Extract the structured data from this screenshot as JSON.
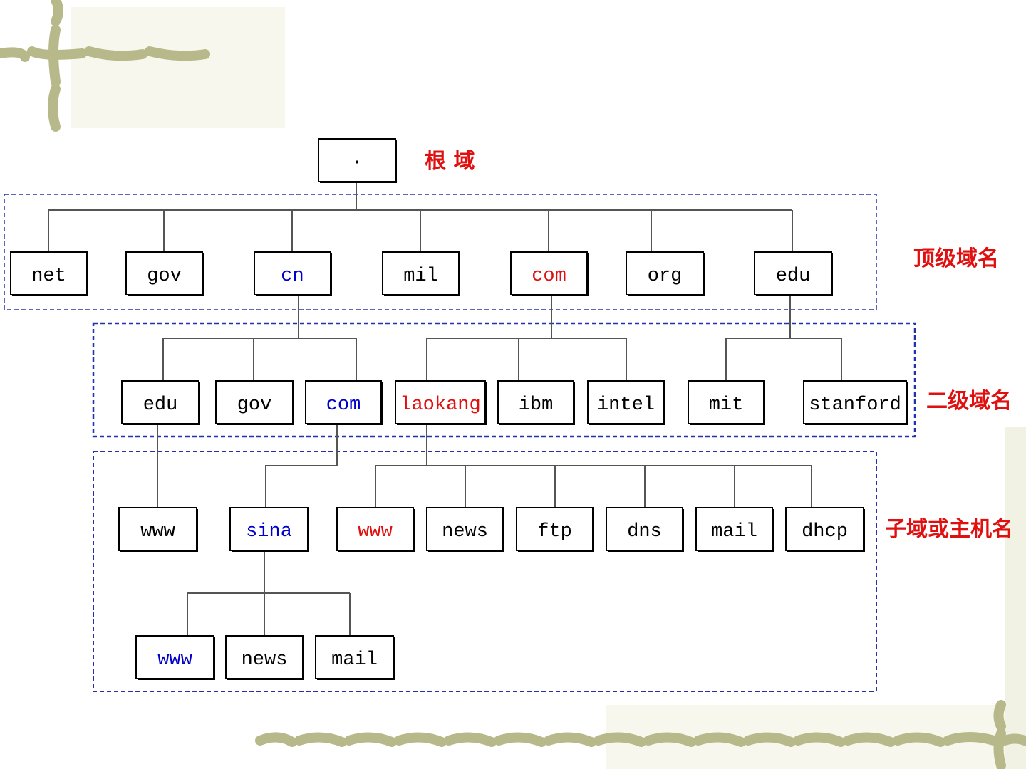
{
  "colors": {
    "black": "#000000",
    "blue": "#0000cc",
    "red": "#e01010",
    "dashed_border": "#2233aa",
    "decoration": "#b7b98a"
  },
  "labels": {
    "root": "根 域",
    "top_level": "顶级域名",
    "second_level": "二级域名",
    "subdomain_host": "子域或主机名"
  },
  "nodes": [
    {
      "id": "root",
      "label": "·",
      "color": "black"
    },
    {
      "id": "net",
      "label": "net",
      "color": "black"
    },
    {
      "id": "gov",
      "label": "gov",
      "color": "black"
    },
    {
      "id": "cn",
      "label": "cn",
      "color": "blue"
    },
    {
      "id": "mil",
      "label": "mil",
      "color": "black"
    },
    {
      "id": "com",
      "label": "com",
      "color": "red"
    },
    {
      "id": "org",
      "label": "org",
      "color": "black"
    },
    {
      "id": "edu",
      "label": "edu",
      "color": "black"
    },
    {
      "id": "cn-edu",
      "label": "edu",
      "color": "black"
    },
    {
      "id": "cn-gov",
      "label": "gov",
      "color": "black"
    },
    {
      "id": "cn-com",
      "label": "com",
      "color": "blue"
    },
    {
      "id": "laokang",
      "label": "laokang",
      "color": "red"
    },
    {
      "id": "ibm",
      "label": "ibm",
      "color": "black"
    },
    {
      "id": "intel",
      "label": "intel",
      "color": "black"
    },
    {
      "id": "mit",
      "label": "mit",
      "color": "black"
    },
    {
      "id": "stanford",
      "label": "stanford",
      "color": "black"
    },
    {
      "id": "edu-www",
      "label": "www",
      "color": "black"
    },
    {
      "id": "sina",
      "label": "sina",
      "color": "blue"
    },
    {
      "id": "laokang-www",
      "label": "www",
      "color": "red"
    },
    {
      "id": "news",
      "label": "news",
      "color": "black"
    },
    {
      "id": "ftp",
      "label": "ftp",
      "color": "black"
    },
    {
      "id": "dns",
      "label": "dns",
      "color": "black"
    },
    {
      "id": "mail",
      "label": "mail",
      "color": "black"
    },
    {
      "id": "dhcp",
      "label": "dhcp",
      "color": "black"
    },
    {
      "id": "sina-www",
      "label": "www",
      "color": "blue"
    },
    {
      "id": "sina-news",
      "label": "news",
      "color": "black"
    },
    {
      "id": "sina-mail",
      "label": "mail",
      "color": "black"
    }
  ]
}
